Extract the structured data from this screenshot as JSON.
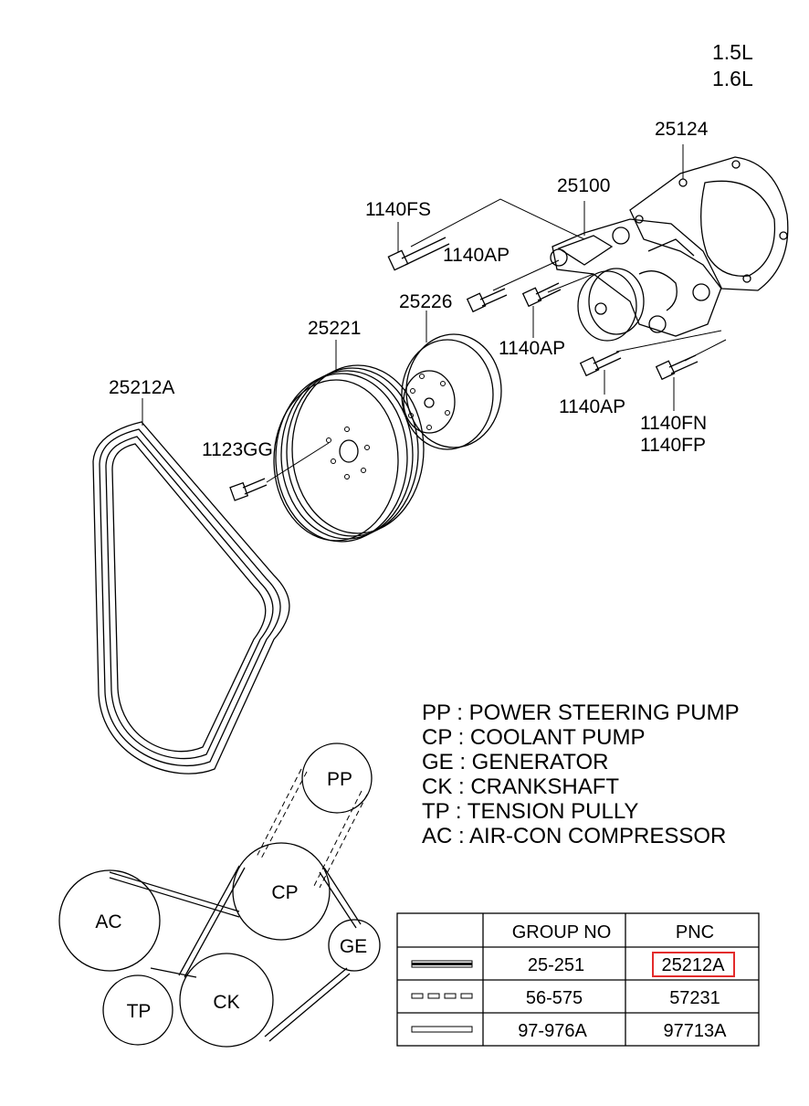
{
  "engine": [
    "1.5L",
    "1.6L"
  ],
  "parts": {
    "p25124": "25124",
    "p25100": "25100",
    "p1140FS": "1140FS",
    "p1140AP_a": "1140AP",
    "p1140AP_b": "1140AP",
    "p1140AP_c": "1140AP",
    "p25226": "25226",
    "p25221": "25221",
    "p25212A": "25212A",
    "p1123GG": "1123GG",
    "p1140FN": "1140FN",
    "p1140FP": "1140FP"
  },
  "legend": [
    "PP : POWER STEERING PUMP",
    "CP : COOLANT PUMP",
    "GE : GENERATOR",
    "CK : CRANKSHAFT",
    "TP : TENSION PULLY",
    "AC : AIR-CON COMPRESSOR"
  ],
  "pulleys": {
    "pp": "PP",
    "cp": "CP",
    "ge": "GE",
    "ac": "AC",
    "tp": "TP",
    "ck": "CK"
  },
  "table": {
    "headers": [
      "GROUP NO",
      "PNC"
    ],
    "rows": [
      {
        "group": "25-251",
        "pnc": "25212A",
        "highlighted": true
      },
      {
        "group": "56-575",
        "pnc": "57231"
      },
      {
        "group": "97-976A",
        "pnc": "97713A"
      }
    ],
    "highlight_color": "#e32b2b"
  }
}
